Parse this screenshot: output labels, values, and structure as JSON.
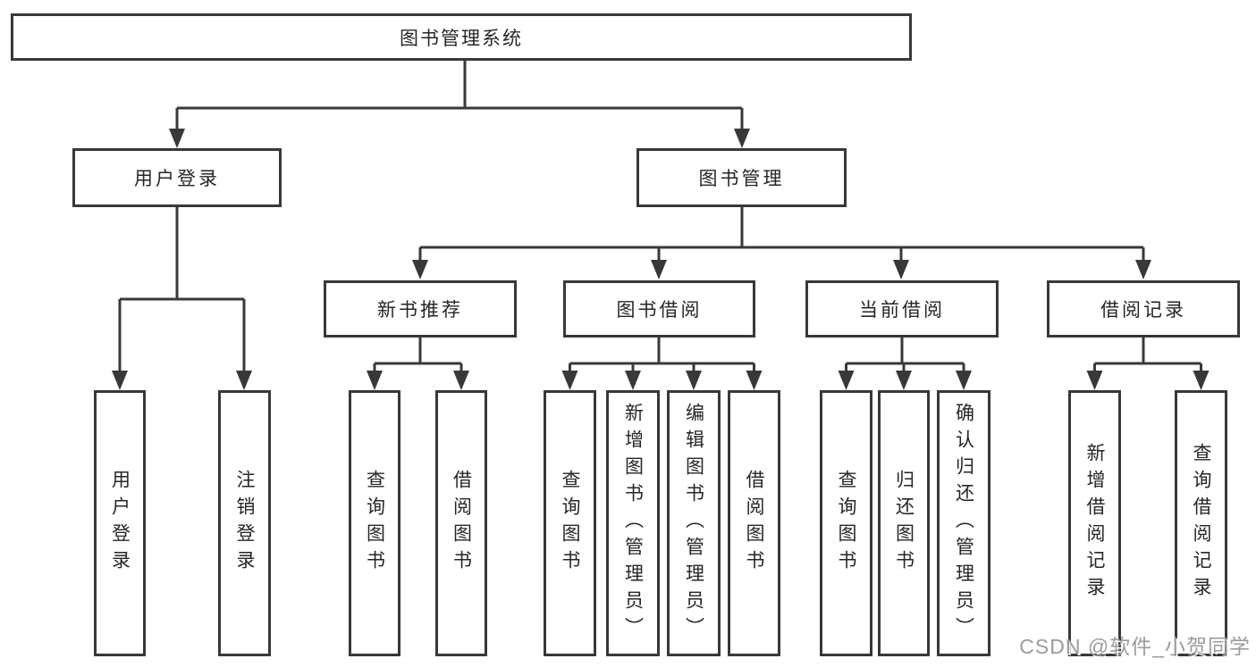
{
  "diagram": {
    "title": "图书管理系统",
    "watermark": "CSDN @软件_小贺同学",
    "colors": {
      "line": "#383838",
      "box_border": "#383838",
      "text": "#262626",
      "background": "#ffffff",
      "watermark": "#9b9b9b"
    },
    "nodes": {
      "root": "图书管理系统",
      "user_login": "用户登录",
      "book_management": "图书管理",
      "new_book_recommend": "新书推荐",
      "book_borrowing": "图书借阅",
      "current_borrowing": "当前借阅",
      "borrowing_records": "借阅记录",
      "leaf_user_login": "用户登录",
      "leaf_logout": "注销登录",
      "leaf_recommend_query_book": "查询图书",
      "leaf_recommend_borrow_book": "借阅图书",
      "leaf_borrowing_query_book": "查询图书",
      "leaf_add_book_admin": "新增图书（管理员）",
      "leaf_edit_book_admin": "编辑图书（管理员）",
      "leaf_borrowing_borrow_book": "借阅图书",
      "leaf_current_query_book": "查询图书",
      "leaf_return_book": "归还图书",
      "leaf_confirm_return_admin": "确认归还（管理员）",
      "leaf_add_borrow_record": "新增借阅记录",
      "leaf_query_borrow_record": "查询借阅记录"
    }
  }
}
